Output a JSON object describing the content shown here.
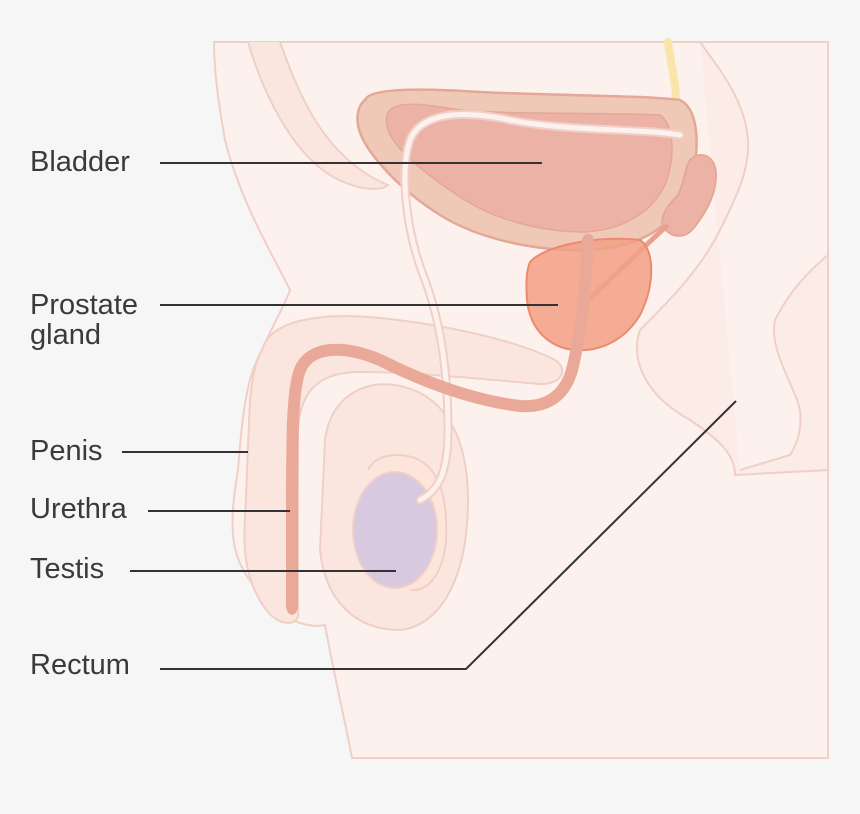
{
  "diagram": {
    "labels": {
      "bladder": "Bladder",
      "prostate_line1": "Prostate",
      "prostate_line2": "gland",
      "penis": "Penis",
      "urethra": "Urethra",
      "testis": "Testis",
      "rectum": "Rectum"
    },
    "colors": {
      "background": "#f6f6f6",
      "body_fill": "#fdf1ee",
      "body_outline": "#efcfc6",
      "bladder_wall": "#f0c8b8",
      "bladder_inner": "#edb2a6",
      "prostate": "#f2a184",
      "urethra": "#eaa898",
      "testis": "#d8c8e0",
      "nerve": "#f8e6a8",
      "leader_line": "#333333"
    }
  }
}
